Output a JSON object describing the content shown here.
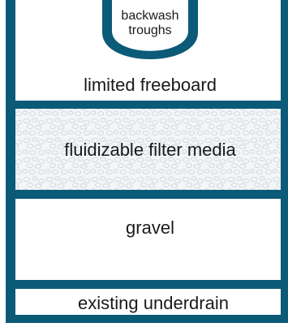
{
  "diagram": {
    "frame_color": "#0b5a77",
    "media_fill": "#f3f5f7",
    "media_texture_color": "#c9d3da",
    "layers": [
      {
        "id": "freeboard",
        "label": "limited freeboard"
      },
      {
        "id": "filter-media",
        "label": "fluidizable filter media"
      },
      {
        "id": "gravel",
        "label": "gravel"
      },
      {
        "id": "underdrain",
        "label": "existing underdrain"
      }
    ],
    "trough": {
      "label_line1": "backwash",
      "label_line2": "troughs"
    }
  }
}
